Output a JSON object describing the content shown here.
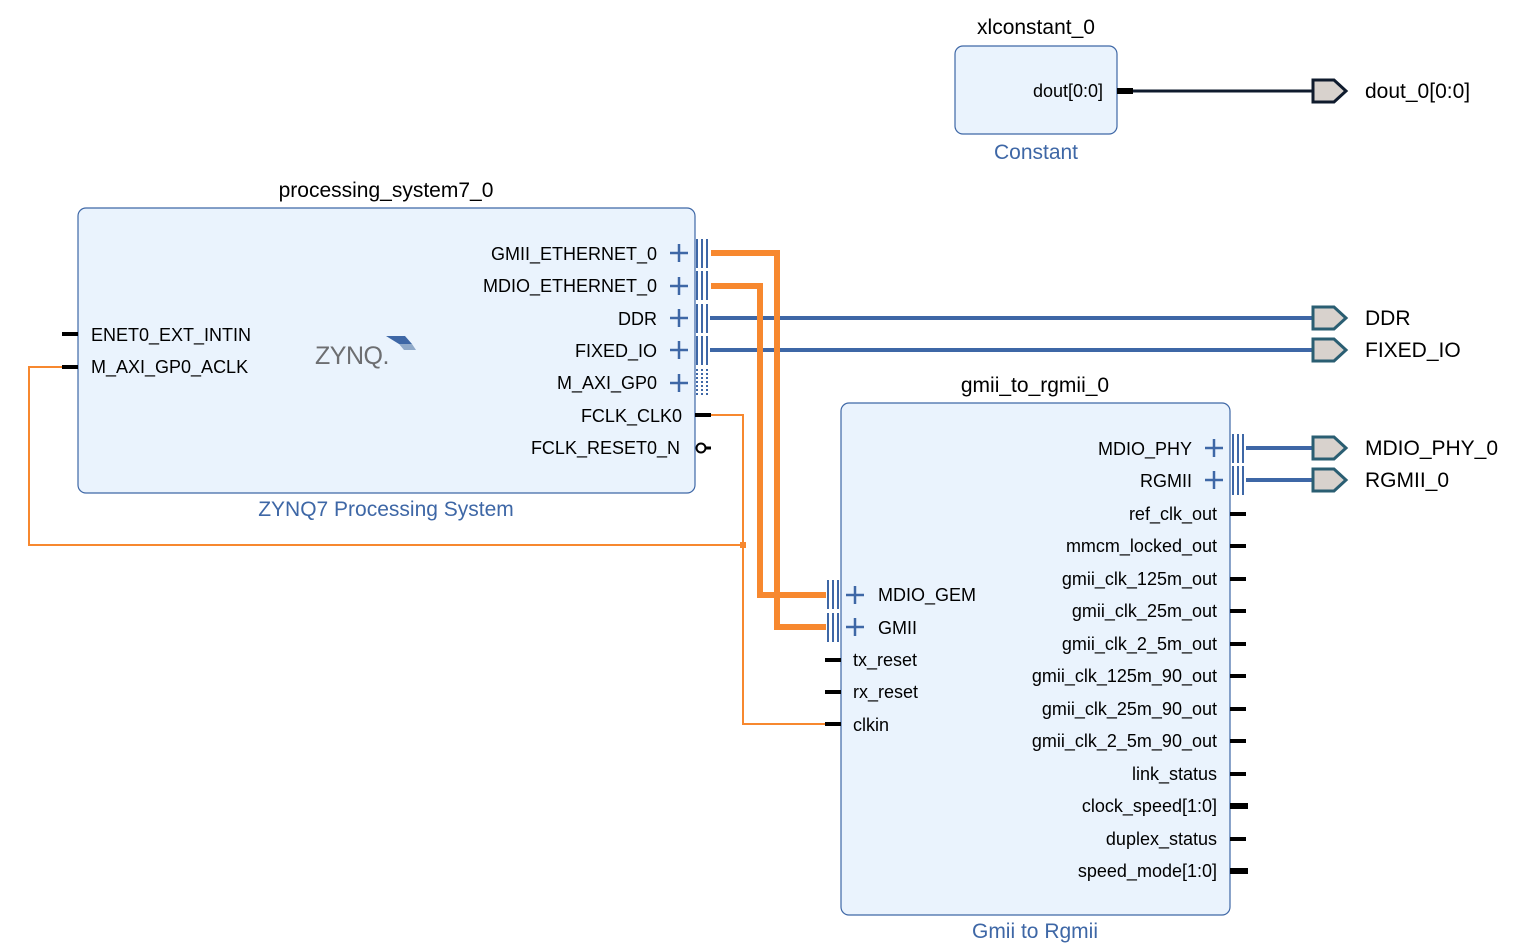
{
  "blocks": {
    "xlconstant": {
      "instance": "xlconstant_0",
      "ip_name": "Constant",
      "pins": [
        "dout[0:0]"
      ]
    },
    "ps7": {
      "instance": "processing_system7_0",
      "ip_name": "ZYNQ7 Processing System",
      "logo": "ZYNQ.",
      "left_pins": [
        "ENET0_EXT_INTIN",
        "M_AXI_GP0_ACLK"
      ],
      "right_pins": [
        "GMII_ETHERNET_0",
        "MDIO_ETHERNET_0",
        "DDR",
        "FIXED_IO",
        "M_AXI_GP0",
        "FCLK_CLK0",
        "FCLK_RESET0_N"
      ]
    },
    "gmii": {
      "instance": "gmii_to_rgmii_0",
      "ip_name": "Gmii to Rgmii",
      "left_pins": [
        "MDIO_GEM",
        "GMII",
        "tx_reset",
        "rx_reset",
        "clkin"
      ],
      "right_pins": [
        "MDIO_PHY",
        "RGMII",
        "ref_clk_out",
        "mmcm_locked_out",
        "gmii_clk_125m_out",
        "gmii_clk_25m_out",
        "gmii_clk_2_5m_out",
        "gmii_clk_125m_90_out",
        "gmii_clk_25m_90_out",
        "gmii_clk_2_5m_90_out",
        "link_status",
        "clock_speed[1:0]",
        "duplex_status",
        "speed_mode[1:0]"
      ]
    }
  },
  "external_ports": [
    "dout_0[0:0]",
    "DDR",
    "FIXED_IO",
    "MDIO_PHY_0",
    "RGMII_0"
  ],
  "colors": {
    "block_fill": "#eaf3fd",
    "block_border": "#3e67a6",
    "bus_net": "#3e67a6",
    "orange_net": "#f7882f",
    "scalar_net": "#0f1b2d",
    "port_fill": "#d8d2cd",
    "port_stroke": "#2a5e72",
    "ip_label": "#3e67a6"
  }
}
